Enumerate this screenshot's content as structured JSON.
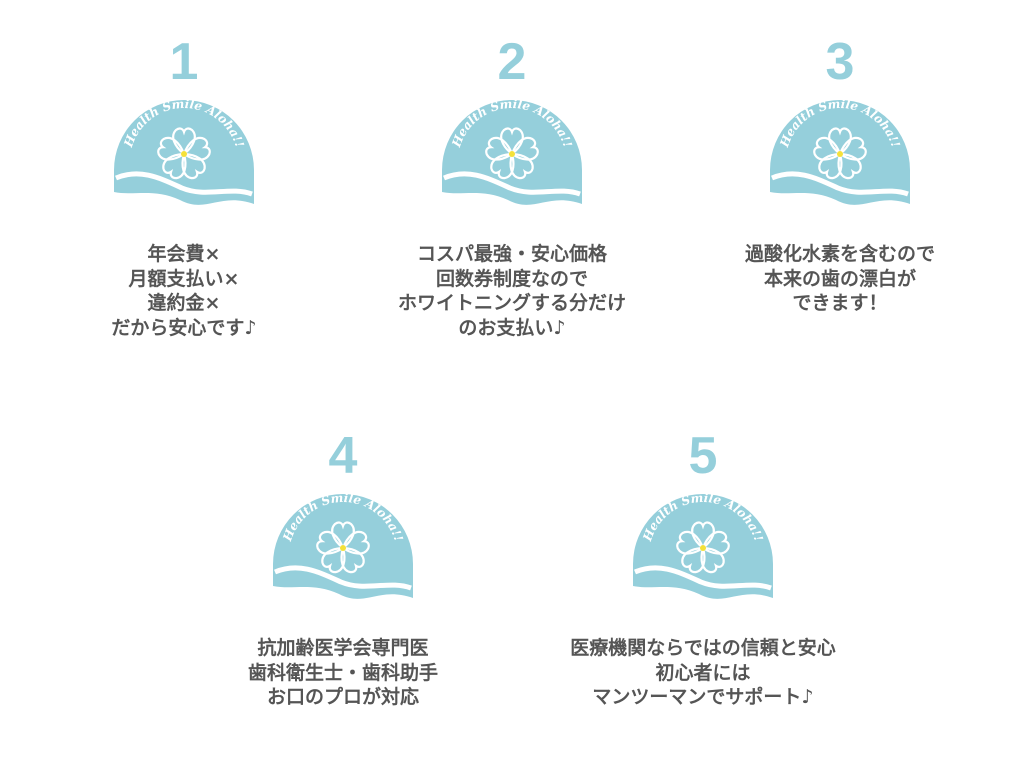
{
  "logo_text": "Health Smile Aloha!!",
  "colors": {
    "accent": "#95cfdb",
    "text": "#555555"
  },
  "features": [
    {
      "number": "1",
      "lines": [
        "年会費×",
        "月額支払い×",
        "違約金×",
        "だから安心です♪"
      ]
    },
    {
      "number": "2",
      "lines": [
        "コスパ最強・安心価格",
        "回数券制度なので",
        "ホワイトニングする分だけ",
        "のお支払い♪"
      ]
    },
    {
      "number": "3",
      "lines": [
        "過酸化水素を含むので",
        "本来の歯の漂白が",
        "できます！"
      ]
    },
    {
      "number": "4",
      "lines": [
        "抗加齢医学会専門医",
        "歯科衛生士・歯科助手",
        "お口のプロが対応"
      ]
    },
    {
      "number": "5",
      "lines": [
        "医療機関ならではの信頼と安心",
        "初心者には",
        "マンツーマンでサポート♪"
      ]
    }
  ]
}
